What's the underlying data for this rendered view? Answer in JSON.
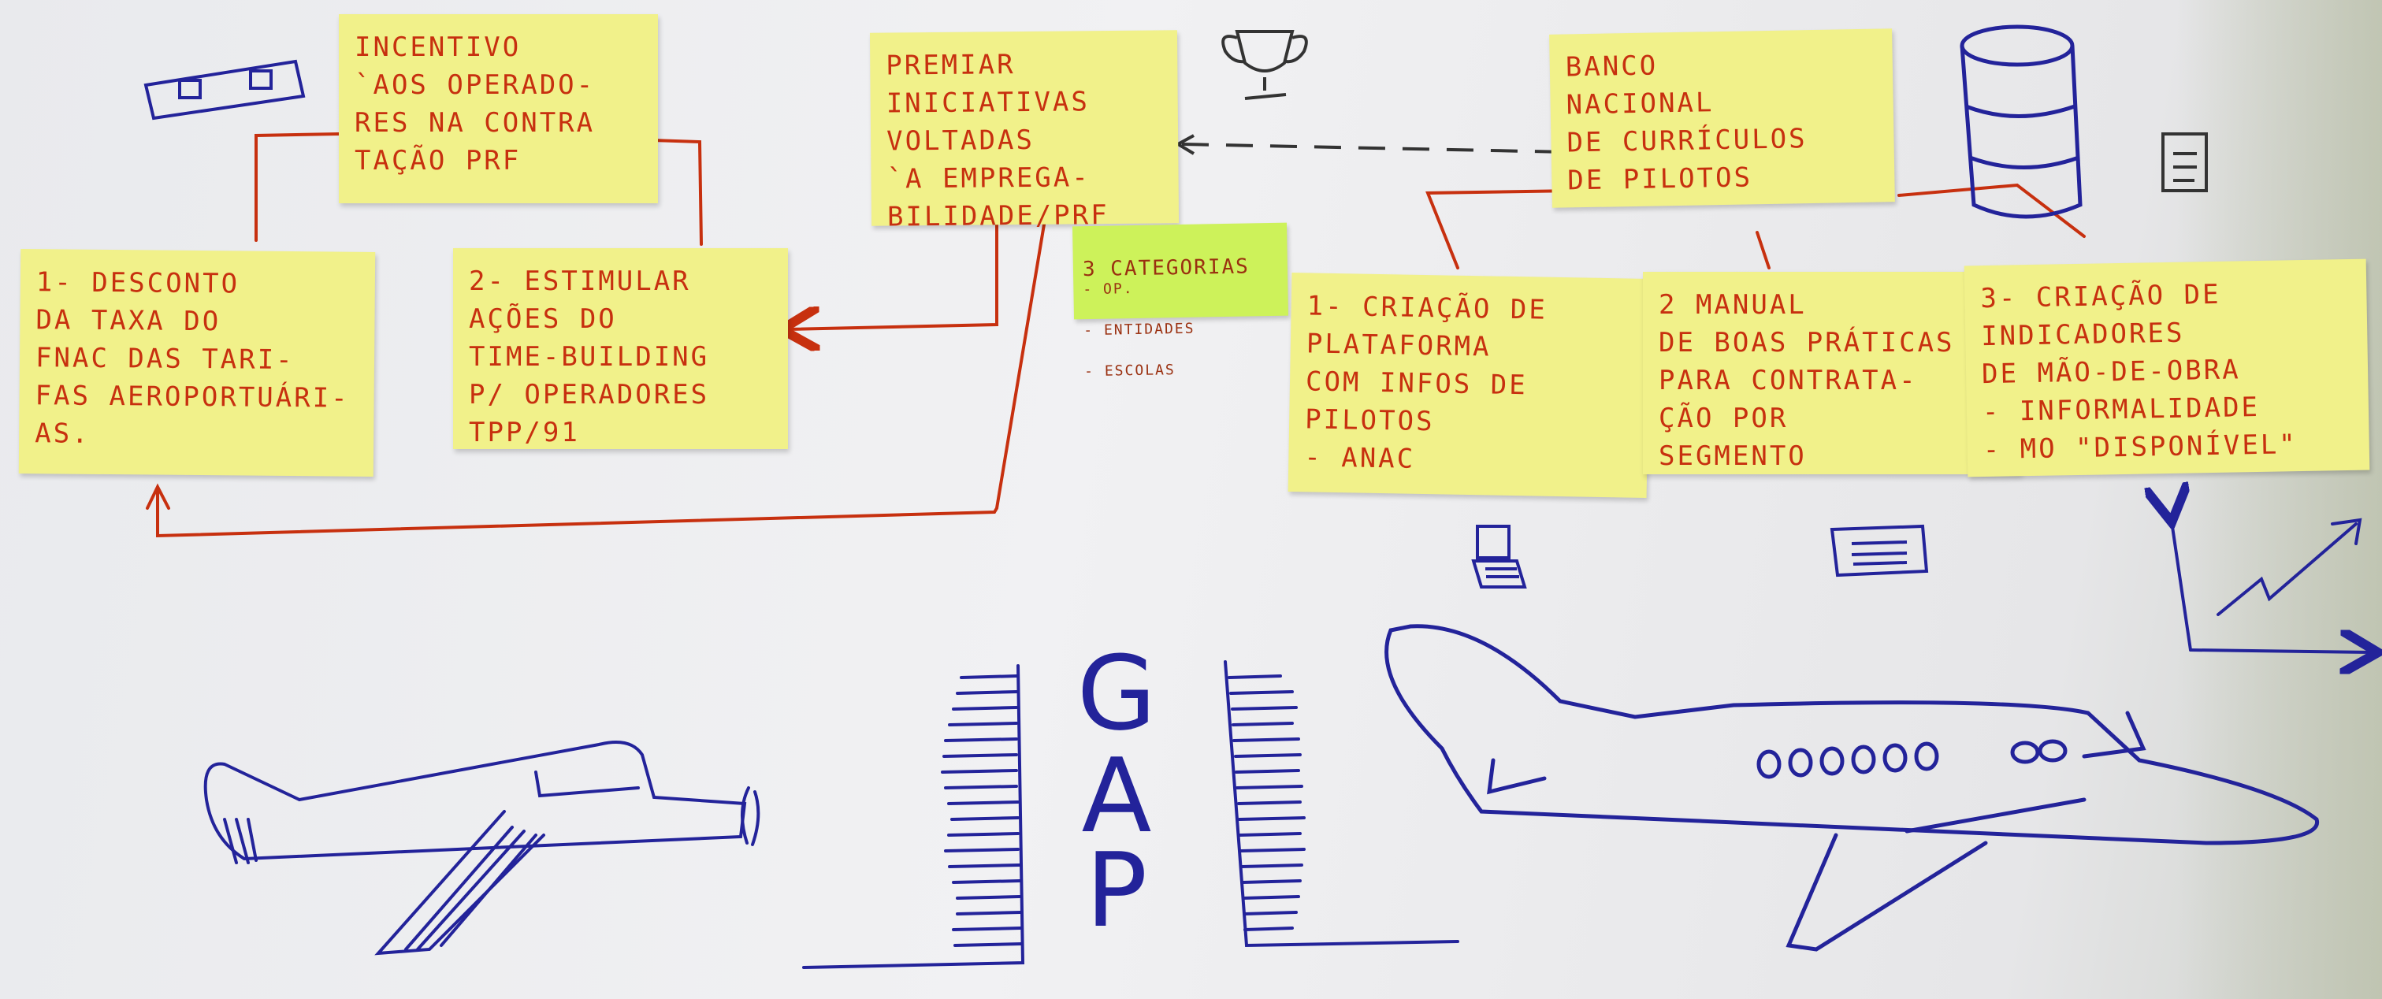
{
  "colors": {
    "board": "#eceded",
    "note_yellow": "#f1f18a",
    "note_green": "#cdf25a",
    "marker_red": "#c7300f",
    "marker_blue": "#23239a"
  },
  "notes": {
    "incentivo": "INCENTIVO\n`AOS OPERADO-\nRES NA CONTRA\nTAÇÃO PRF",
    "desconto": "1- DESCONTO\nDA TAXA DO\nFNAC DAS TARI-\nFAS AEROPORTUÁRI-\nAS.",
    "estimular": "2- ESTIMULAR\nAÇÕES DO\nTIME-BUILDING\nP/ OPERADORES\nTPP/91",
    "premiar": "PREMIAR\nINICIATIVAS\nVOLTADAS\n`A EMPREGA-\nBILIDADE/PRF",
    "categorias_title": "3 CATEGORIAS",
    "categorias_items": [
      "- OP.",
      "- ENTIDADES",
      "- ESCOLAS"
    ],
    "banco": "BANCO\nNACIONAL\nDE CURRÍCULOS\nDE PILOTOS",
    "criacao_plataforma": "1- CRIAÇÃO DE\nPLATAFORMA\nCOM INFOS DE\nPILOTOS\n- ANAC",
    "manual": "2 MANUAL\nDE BOAS PRÁTICAS\nPARA CONTRATA-\nÇÃO POR\nSEGMENTO",
    "indicadores": "3- CRIAÇÃO DE\nINDICADORES\nDE MÃO-DE-OBRA\n- Informalidade\n- MO \"DISPONÍVEL\""
  },
  "gap_letters": [
    "G",
    "A",
    "P"
  ],
  "icons": [
    "money-icon",
    "trophy-icon",
    "database-icon",
    "document-icon",
    "laptop-icon",
    "book-icon",
    "growth-chart-icon",
    "small-airplane-icon",
    "jet-airplane-icon"
  ]
}
